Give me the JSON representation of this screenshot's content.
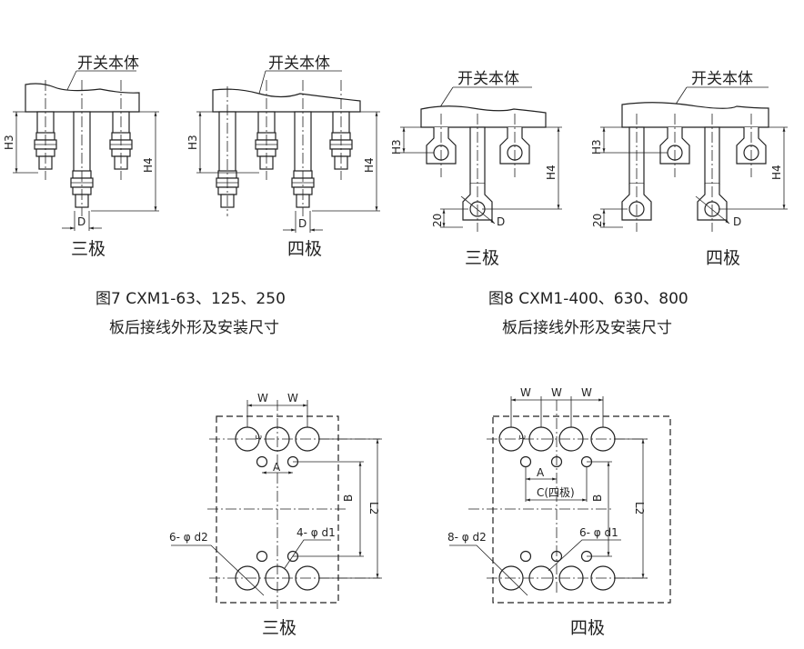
{
  "labels": {
    "switch_body": "开关本体",
    "three_pole": "三极",
    "four_pole": "四极"
  },
  "figure7": {
    "title": "图7 CXM1-63、125、250",
    "subtitle": "板后接线外形及安装尺寸"
  },
  "figure8": {
    "title": "图8 CXM1-400、630、800",
    "subtitle": "板后接线外形及安装尺寸"
  },
  "dims": {
    "h3": "H3",
    "h4": "H4",
    "d": "D",
    "d20": "20",
    "w": "W",
    "a": "A",
    "b": "B",
    "l2": "L2",
    "three": "3",
    "c4": "C(四极)",
    "three_d2": "6- φ d2",
    "three_d1": "4- φ d1",
    "four_d2": "8- φ d2",
    "four_d1": "6- φ d1"
  }
}
